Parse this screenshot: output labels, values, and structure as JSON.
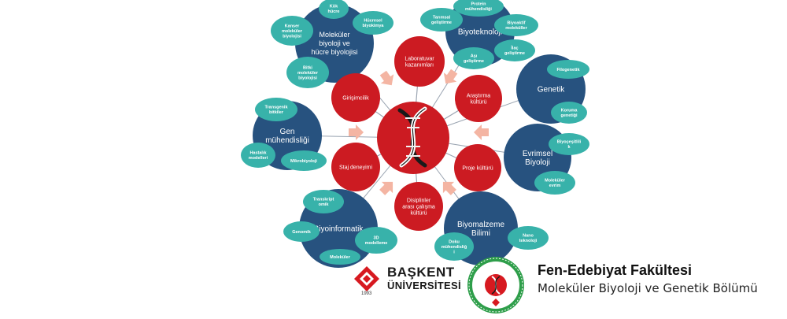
{
  "center_icon": "dna-helix-icon",
  "colors": {
    "navy": "#27527f",
    "red": "#cc1b22",
    "teal": "#38b2aa",
    "arrow": "#f4b5a3",
    "line": "#9aa4b1",
    "brand_red": "#d71920",
    "seal_green": "#2e9e4a"
  },
  "navy_nodes": [
    {
      "id": "mol",
      "lines": [
        "Moleküler",
        "biyoloji ve",
        "hücre biyolojisi"
      ]
    },
    {
      "id": "bio",
      "lines": [
        "Biyoteknoloji"
      ]
    },
    {
      "id": "gen",
      "lines": [
        "Genetik"
      ]
    },
    {
      "id": "evr",
      "lines": [
        "Evrimsel",
        "Biyoloji"
      ]
    },
    {
      "id": "bym",
      "lines": [
        "Biyomalzeme",
        "Bilimi"
      ]
    },
    {
      "id": "inf",
      "lines": [
        "Biyoinformatik"
      ]
    },
    {
      "id": "gmh",
      "lines": [
        "Gen",
        "mühendisliği"
      ]
    }
  ],
  "red_nodes": [
    {
      "id": "lab",
      "lines": [
        "Laboratuvar",
        "kazanımları"
      ]
    },
    {
      "id": "ara",
      "lines": [
        "Araştırma",
        "kültürü"
      ]
    },
    {
      "id": "pro",
      "lines": [
        "Proje kültürü"
      ]
    },
    {
      "id": "dis",
      "lines": [
        "Disiplinler",
        "arası çalışma",
        "kültürü"
      ]
    },
    {
      "id": "sta",
      "lines": [
        "Staj deneyimi"
      ]
    },
    {
      "id": "gir",
      "lines": [
        "Girişimcilik"
      ]
    }
  ],
  "teal_nodes": [
    {
      "id": "kok",
      "lines": [
        "Kök",
        "hücre"
      ]
    },
    {
      "id": "hcb",
      "lines": [
        "Hücresel",
        "biyokimya"
      ]
    },
    {
      "id": "kmb",
      "lines": [
        "Kanser",
        "moleküler",
        "biyolojisi"
      ]
    },
    {
      "id": "bmb",
      "lines": [
        "Bitki",
        "moleküler",
        "biyolojisi"
      ]
    },
    {
      "id": "prm",
      "lines": [
        "Protein",
        "mühendisliği"
      ]
    },
    {
      "id": "tkg",
      "lines": [
        "Tarımsal",
        "geliştirme"
      ]
    },
    {
      "id": "bym2",
      "lines": [
        "Biyoaktif",
        "moleküller"
      ]
    },
    {
      "id": "ilc",
      "lines": [
        "İlaç",
        "geliştirme"
      ]
    },
    {
      "id": "asg",
      "lines": [
        "Aşı",
        "geliştirme"
      ]
    },
    {
      "id": "fil",
      "lines": [
        "Filogenetik"
      ]
    },
    {
      "id": "krg",
      "lines": [
        "Koruma",
        "genetiği"
      ]
    },
    {
      "id": "bcs",
      "lines": [
        "Biyoçeşitlili",
        "k"
      ]
    },
    {
      "id": "mev",
      "lines": [
        "Moleküler",
        "evrim"
      ]
    },
    {
      "id": "ntk",
      "lines": [
        "Nano",
        "teknoloji"
      ]
    },
    {
      "id": "dkm",
      "lines": [
        "Doku",
        "mühendisliğ",
        "i"
      ]
    },
    {
      "id": "trm",
      "lines": [
        "Transkript",
        "omik"
      ]
    },
    {
      "id": "gnm",
      "lines": [
        "Genomik"
      ]
    },
    {
      "id": "3dm",
      "lines": [
        "3D",
        "modelleme"
      ]
    },
    {
      "id": "mdn",
      "lines": [
        "Moleküler"
      ]
    },
    {
      "id": "tgb",
      "lines": [
        "Transgenik",
        "bitkiler"
      ]
    },
    {
      "id": "hsm",
      "lines": [
        "Hastalık",
        "modelleri"
      ]
    },
    {
      "id": "mkb",
      "lines": [
        "Mikrobiyoloji"
      ]
    }
  ],
  "logo": {
    "line1": "BAŞKENT",
    "line2": "ÜNİVERSİTESİ",
    "year": "1993",
    "icon": "baskent-emblem-icon"
  },
  "seal": {
    "icon": "department-seal-icon"
  },
  "faculty": {
    "title": "Fen-Edebiyat Fakültesi",
    "department": "Moleküler Biyoloji ve Genetik Bölümü"
  }
}
